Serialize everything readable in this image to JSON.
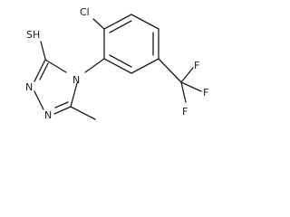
{
  "molecule": {
    "atoms": {
      "sh": "SH",
      "cl": "Cl",
      "n_top": "N",
      "n_left": "N",
      "n_sub": "N",
      "f_top": "F",
      "f_right": "F",
      "f_bottom": "F"
    }
  },
  "colors": {
    "bond": "#1a1a1a",
    "label": "#1a1a1a",
    "background": "#ffffff"
  }
}
